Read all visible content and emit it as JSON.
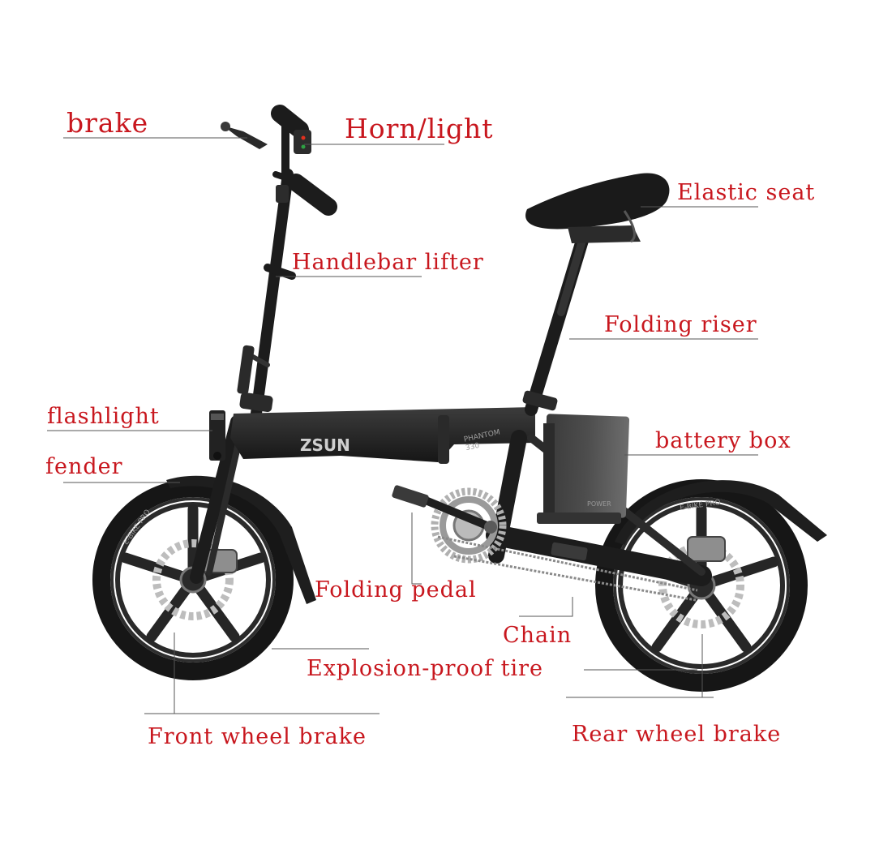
{
  "diagram": {
    "labels": {
      "brake": "brake",
      "horn_light": "Horn/light",
      "elastic_seat": "Elastic seat",
      "handlebar_lifter": "Handlebar lifter",
      "folding_riser": "Folding riser",
      "flashlight": "flashlight",
      "battery_box": "battery box",
      "fender": "fender",
      "folding_pedal": "Folding pedal",
      "chain": "Chain",
      "explosion_proof_tire": "Explosion-proof tire",
      "front_wheel_brake": "Front wheel brake",
      "rear_wheel_brake": "Rear wheel brake"
    },
    "bike_markings": {
      "brand": "ZSUN",
      "model_line1": "PHANTOM",
      "model_line2": "330",
      "tire_text": "E-BIKE PRO",
      "battery_text": "POWER"
    },
    "colors": {
      "label": "#c8171e",
      "leader": "#555555",
      "frame": "#1c1c1c",
      "tire": "#161616",
      "rim": "#2a2a2a",
      "disc": "#bdbdbd",
      "battery": "#4a4a4a"
    }
  }
}
